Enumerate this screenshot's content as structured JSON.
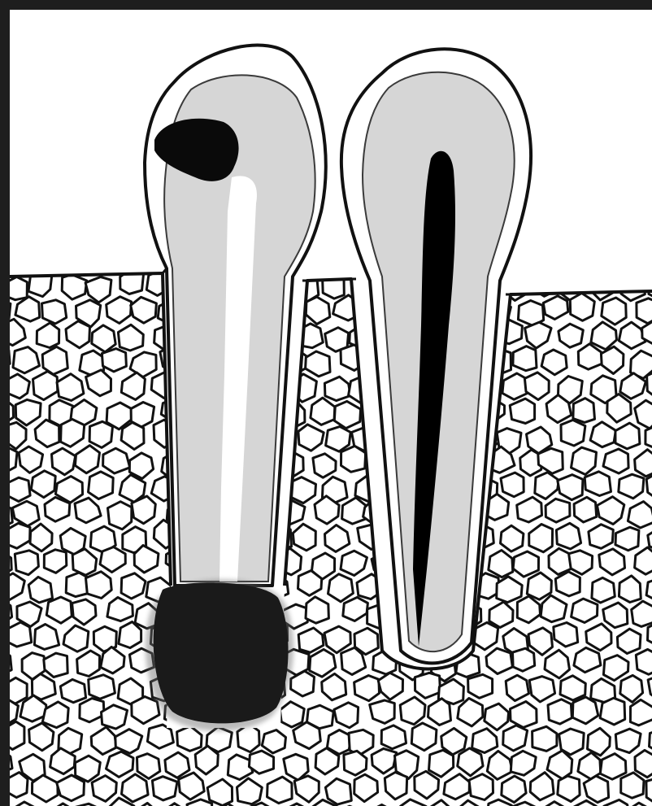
{
  "figure": {
    "colors": {
      "frame": "#1e1e1e",
      "background": "#ffffff",
      "outline": "#111111",
      "dentin": "#d6d6d6",
      "enamel": "#ffffff",
      "pulp": "#000000",
      "root_filling": "#ffffff",
      "lesion": "#1a1a1a",
      "bone_fill": "#ffffff",
      "bone_lines": "#111111"
    },
    "elements": [
      "alveolar-bone",
      "treated-tooth",
      "coronal-restoration",
      "root-canal-filling",
      "periapical-lesion",
      "healthy-tooth",
      "pulp-canal"
    ]
  }
}
